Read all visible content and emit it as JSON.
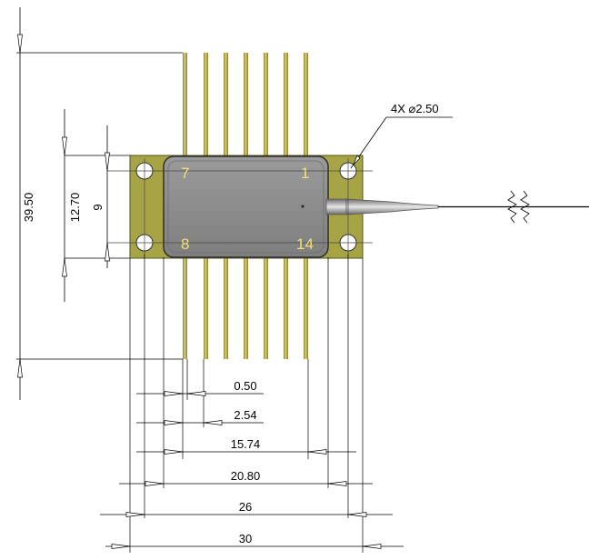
{
  "drawing": {
    "pin_numbers": [
      "7",
      "1",
      "8",
      "14"
    ],
    "hole_callout": "4X ⌀2.50",
    "dimensions": {
      "overall_length": "39.50",
      "hole_spacing_vertical": "12.70",
      "pin_row_spacing": "9",
      "pin_width": "0.50",
      "pin_pitch": "2.54",
      "pin_span": "15.74",
      "body_width": "20.80",
      "hole_spacing_horizontal": "26",
      "flange_width": "30"
    },
    "colors": {
      "flange": "#a6a445",
      "body": "#8a8a8a",
      "pin": "#bfb35a",
      "label": "#f2e07a"
    }
  }
}
